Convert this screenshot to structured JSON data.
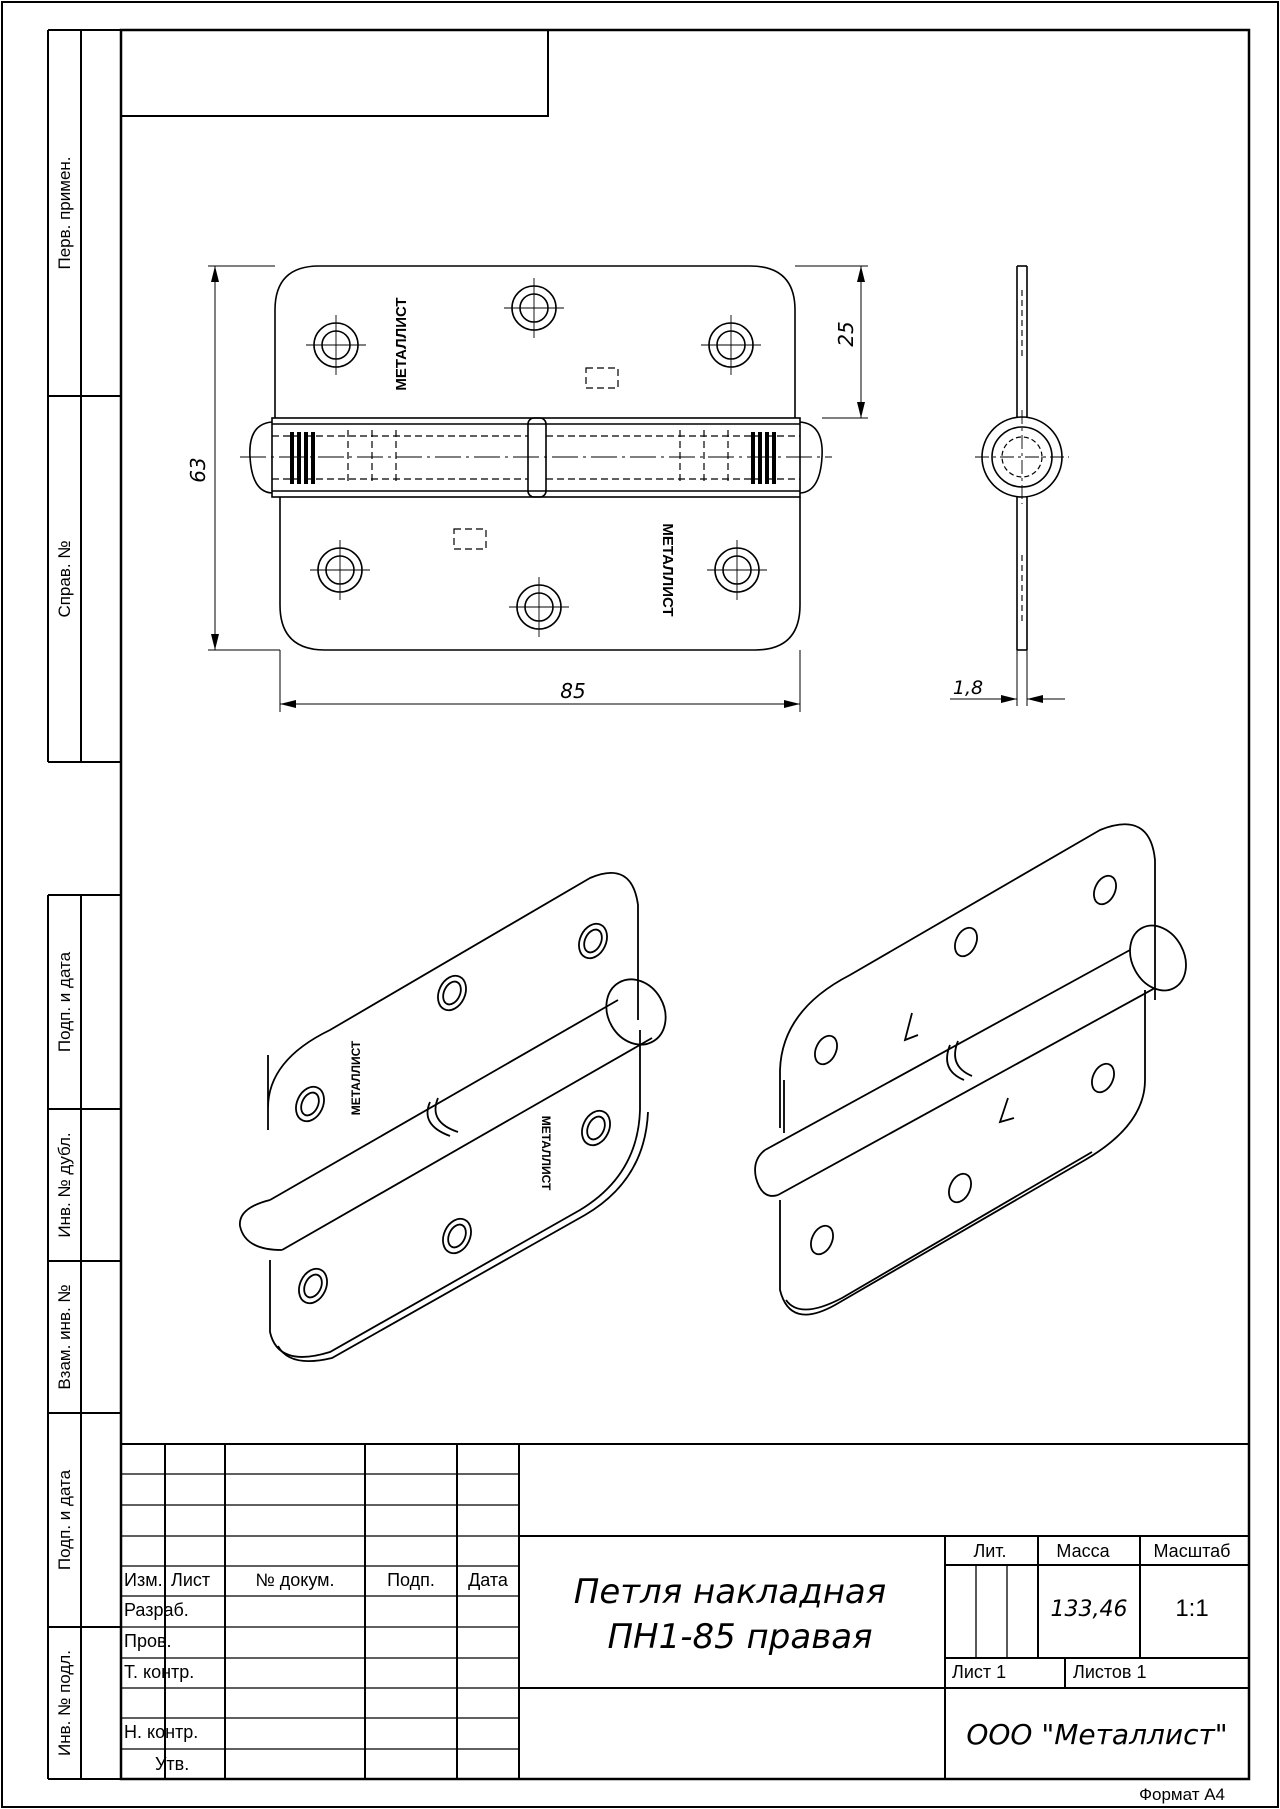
{
  "side_strip": {
    "perv_primen": "Перв. примен.",
    "sprav_no": "Справ. №",
    "podp_data_upper": "Подп. и дата",
    "inv_dubl": "Инв. № дубл.",
    "vzam_inv": "Взам. инв. №",
    "podp_data_lower": "Подп. и дата",
    "inv_podl": "Инв. № подл."
  },
  "drawing": {
    "brand_mark": "МЕТАЛЛИСТ",
    "dims": {
      "height": "63",
      "width": "85",
      "leaf_to_axis": "25",
      "thickness": "1,8"
    }
  },
  "title_block": {
    "col_izm": "Изм.",
    "col_list": "Лист",
    "col_dokum": "№ докум.",
    "col_podp": "Подп.",
    "col_data": "Дата",
    "row_razrab": "Разраб.",
    "row_prov": "Пров.",
    "row_tkontr": "Т. контр.",
    "row_nkontr": "Н. контр.",
    "row_utv": "Утв.",
    "title_line1": "Петля накладная",
    "title_line2": "ПН1-85 правая",
    "lit_label": "Лит.",
    "massa_label": "Масса",
    "masshtab_label": "Масштаб",
    "massa_value": "133,46",
    "masshtab_value": "1:1",
    "list": "Лист 1",
    "listov": "Листов 1",
    "company": "ООО \"Металлист\""
  },
  "format": "Формат А4"
}
